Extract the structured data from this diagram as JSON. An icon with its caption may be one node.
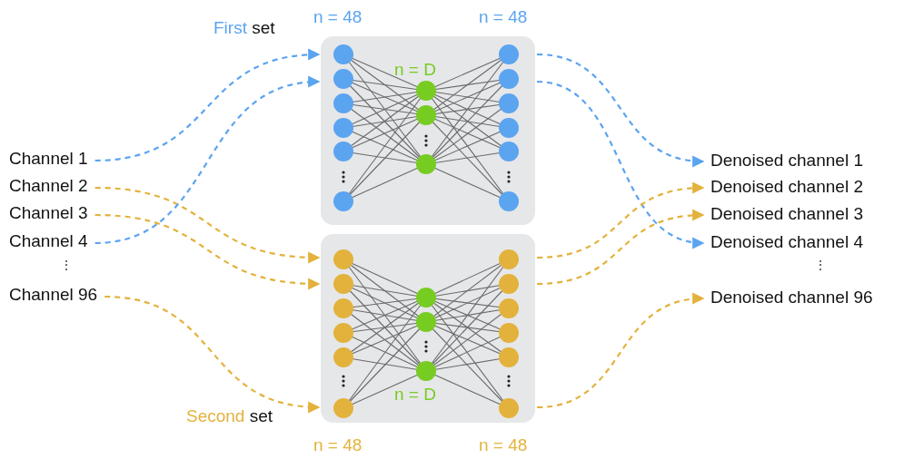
{
  "diagram": {
    "nodes": [
      {
        "text": [
          "Channel 1"
        ]
      },
      {
        "text": [
          "Channel 2"
        ]
      },
      {
        "text": [
          "Channel 3"
        ]
      },
      {
        "text": [
          "Channel 4"
        ]
      },
      {
        "text": [
          "Channel 96"
        ]
      },
      {
        "text": [
          "First set"
        ]
      },
      {
        "text": [
          "Second set"
        ]
      },
      {
        "text": [
          "Denoised channel 1"
        ]
      },
      {
        "text": [
          "Denoised channel 2"
        ]
      },
      {
        "text": [
          "Denoised channel 3"
        ]
      },
      {
        "text": [
          "Denoised channel 4"
        ]
      },
      {
        "text": [
          "Denoised channel 96"
        ]
      }
    ],
    "edges": [
      {
        "from": 0,
        "to": 5,
        "arrow": "to",
        "style": "dashed",
        "color": "#5ba4f0"
      },
      {
        "from": 1,
        "to": 6,
        "arrow": "to",
        "style": "dashed"
      },
      {
        "from": 2,
        "to": 6,
        "arrow": "to",
        "style": "dashed"
      },
      {
        "from": 3,
        "to": 5,
        "arrow": "to",
        "style": "dashed",
        "color": "#5ba4f0"
      },
      {
        "from": 4,
        "to": 6,
        "arrow": "to",
        "style": "dashed"
      },
      {
        "from": 5,
        "to": 7,
        "arrow": "to",
        "style": "dashed",
        "color": "#5ba4f0"
      },
      {
        "from": 5,
        "to": 10,
        "arrow": "to",
        "style": "dashed",
        "color": "#5ba4f0"
      },
      {
        "from": 6,
        "to": 8,
        "arrow": "to",
        "style": "dashed"
      },
      {
        "from": 6,
        "to": 9,
        "arrow": "to",
        "style": "dashed"
      },
      {
        "from": 6,
        "to": 11,
        "arrow": "to",
        "style": "dashed"
      }
    ],
    "labels": [
      "n = 48",
      "n = 48",
      "n = D",
      "⋮",
      "⋮",
      "n = D",
      "n = 48",
      "n = 48"
    ]
  }
}
